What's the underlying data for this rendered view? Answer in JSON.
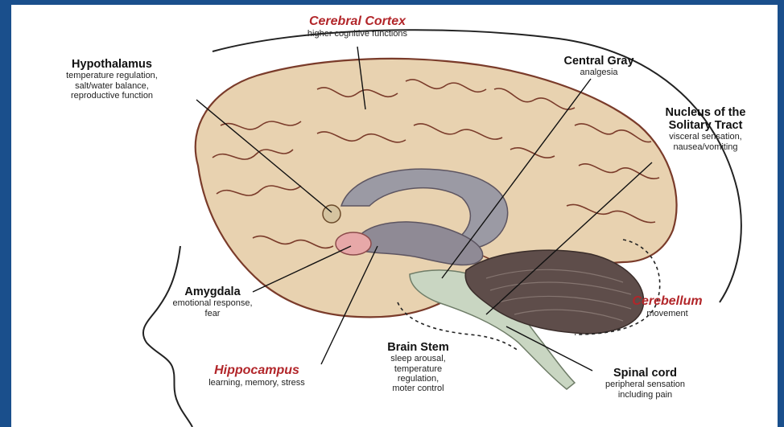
{
  "labels": {
    "cerebral_cortex": {
      "title": "Cerebral Cortex",
      "desc": "higher cognitive functions"
    },
    "hypothalamus": {
      "title": "Hypothalamus",
      "desc": "temperature regulation,\nsalt/water balance,\nreproductive function"
    },
    "central_gray": {
      "title": "Central Gray",
      "desc": "analgesia"
    },
    "nucleus_solitary": {
      "title": "Nucleus of the\nSolitary Tract",
      "desc": "visceral sensation,\nnausea/vomiting"
    },
    "amygdala": {
      "title": "Amygdala",
      "desc": "emotional response,\nfear"
    },
    "cerebellum": {
      "title": "Cerebellum",
      "desc": "movement"
    },
    "brain_stem": {
      "title": "Brain Stem",
      "desc": "sleep arousal,\ntemperature\nregulation,\nmoter control"
    },
    "hippocampus": {
      "title": "Hippocampus",
      "desc": "learning, memory, stress"
    },
    "spinal_cord": {
      "title": "Spinal cord",
      "desc": "peripheral sensation\nincluding pain"
    }
  },
  "colors": {
    "frame": "#1a4f8c",
    "brain": "#e8d2b0",
    "gyri": "#7a3b2a",
    "accent_title": "#b2262a",
    "brainstem": "#c9d6c2",
    "cerebellum": "#5e4d4a",
    "amygdala": "#e7a8a8",
    "hippocampus": "#8f8a95"
  }
}
